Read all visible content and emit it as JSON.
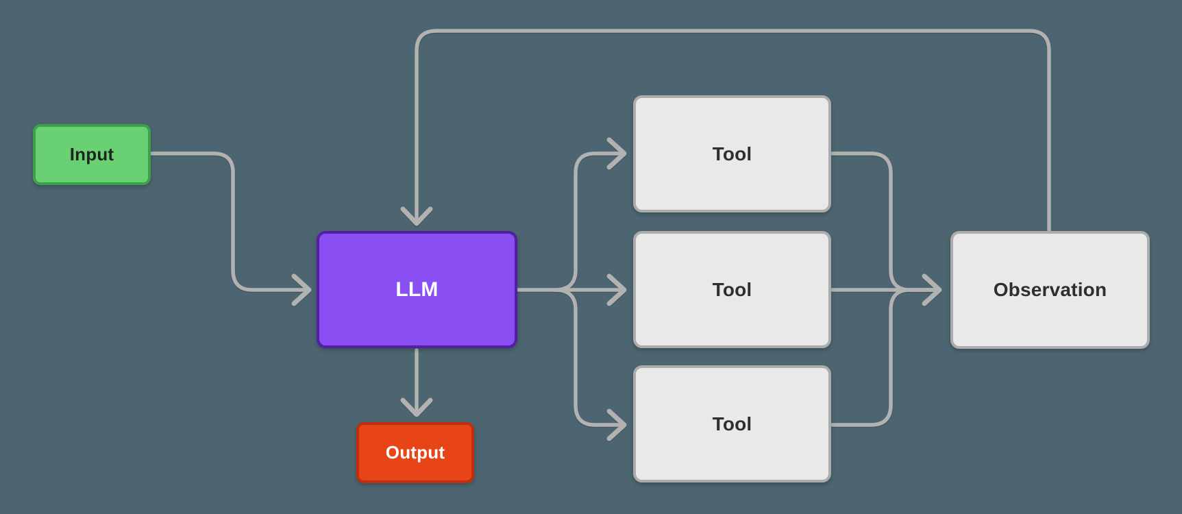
{
  "canvas": {
    "background": "#4C6570"
  },
  "connector": {
    "color": "#B2B2B2"
  },
  "nodes": {
    "input": {
      "label": "Input",
      "fill": "#69D173",
      "border": "#3FA04C",
      "text": "#1D2520"
    },
    "llm": {
      "label": "LLM",
      "fill": "#8A4FF3",
      "border": "#531FA5",
      "text": "#FFFFFF"
    },
    "output": {
      "label": "Output",
      "fill": "#E74418",
      "border": "#C32D0D",
      "text": "#FFFFFF"
    },
    "tool1": {
      "label": "Tool",
      "fill": "#E9E9E9",
      "border": "#ACACAC",
      "text": "#2F2F2F"
    },
    "tool2": {
      "label": "Tool",
      "fill": "#E9E9E9",
      "border": "#ACACAC",
      "text": "#2F2F2F"
    },
    "tool3": {
      "label": "Tool",
      "fill": "#E9E9E9",
      "border": "#ACACAC",
      "text": "#2F2F2F"
    },
    "observation": {
      "label": "Observation",
      "fill": "#E9E9E9",
      "border": "#ACACAC",
      "text": "#2F2F2F"
    }
  },
  "edges": [
    {
      "from": "Input",
      "to": "LLM"
    },
    {
      "from": "LLM",
      "to": "Tool (top)"
    },
    {
      "from": "LLM",
      "to": "Tool (middle)"
    },
    {
      "from": "LLM",
      "to": "Tool (bottom)"
    },
    {
      "from": "Tool (top)",
      "to": "Observation"
    },
    {
      "from": "Tool (middle)",
      "to": "Observation"
    },
    {
      "from": "Tool (bottom)",
      "to": "Observation"
    },
    {
      "from": "Observation",
      "to": "LLM"
    },
    {
      "from": "LLM",
      "to": "Output"
    }
  ]
}
